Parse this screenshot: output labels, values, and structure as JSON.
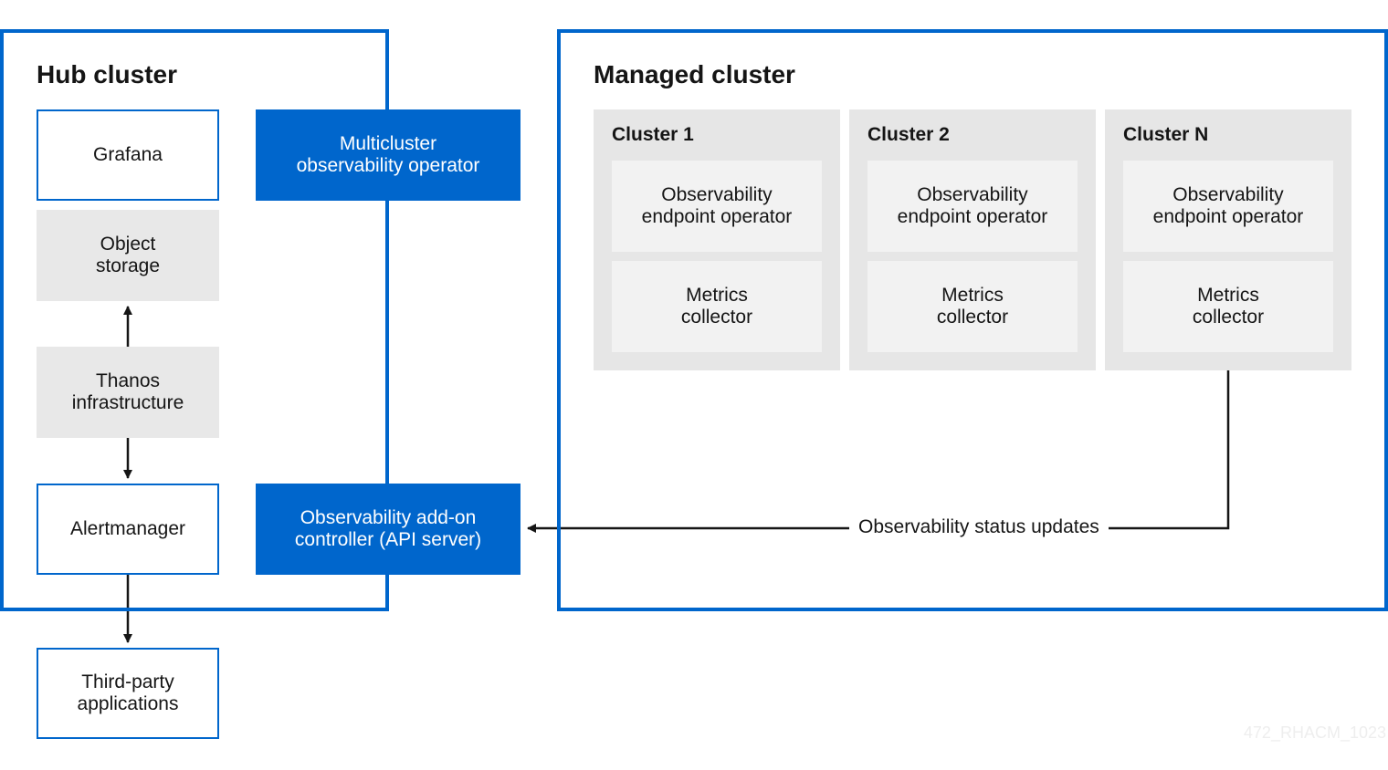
{
  "hub": {
    "title": "Hub cluster",
    "grafana": "Grafana",
    "object_storage": "Object\nstorage",
    "thanos": "Thanos\ninfrastructure",
    "alertmanager": "Alertmanager",
    "third_party": "Third-party\napplications",
    "mco": "Multicluster\nobservability operator",
    "addon_controller": "Observability add-on\ncontroller (API server)"
  },
  "managed": {
    "title": "Managed cluster",
    "clusters": [
      {
        "name": "Cluster 1",
        "endpoint_operator": "Observability\nendpoint operator",
        "metrics_collector": "Metrics\ncollector"
      },
      {
        "name": "Cluster 2",
        "endpoint_operator": "Observability\nendpoint operator",
        "metrics_collector": "Metrics\ncollector"
      },
      {
        "name": "Cluster N",
        "endpoint_operator": "Observability\nendpoint operator",
        "metrics_collector": "Metrics\ncollector"
      }
    ]
  },
  "flow_label": "Observability status updates",
  "watermark": "472_RHACM_1023",
  "colors": {
    "accent": "#0066cc",
    "grey_box": "#e8e8e8",
    "panel": "#e6e6e6",
    "inner_box": "#f2f2f2"
  }
}
